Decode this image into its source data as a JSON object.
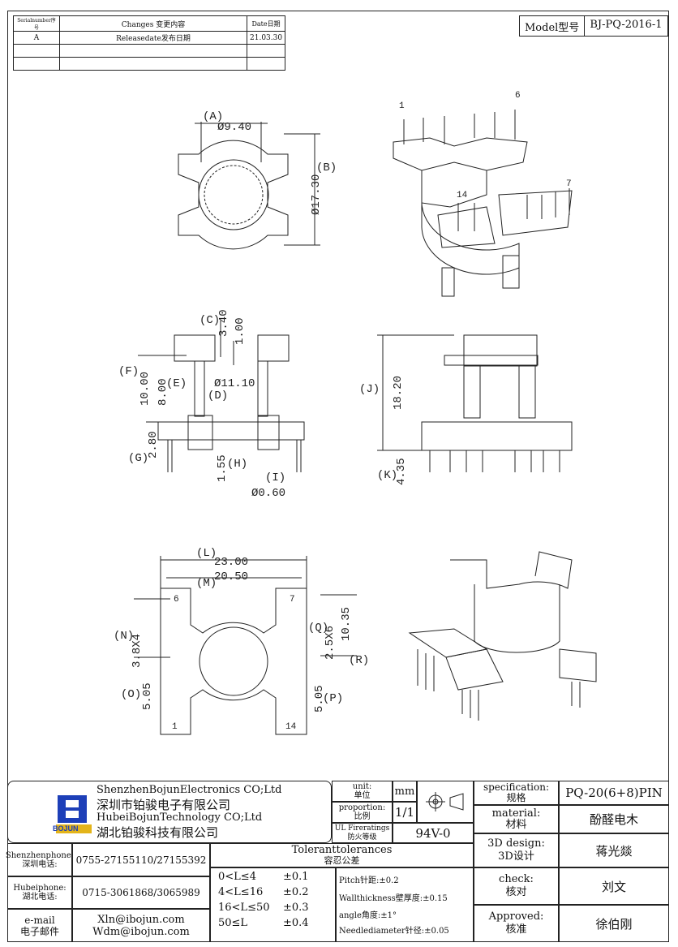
{
  "revision_table": {
    "headers": [
      "Serialnumber序号",
      "Changes 变更内容",
      "Date日期"
    ],
    "rows": [
      [
        "A",
        "Releasedate发布日期",
        "21.03.30"
      ],
      [
        "",
        "",
        ""
      ],
      [
        "",
        "",
        ""
      ]
    ]
  },
  "model": {
    "label": "Model型号",
    "value": "BJ-PQ-2016-1"
  },
  "dims": {
    "A": "(A)",
    "A_val": "Ø9.40",
    "B": "(B)",
    "B_val": "Ø17.30",
    "C": "(C)",
    "C_val": "3.40",
    "C2_val": "1.00",
    "F": "(F)",
    "F_val": "10.00",
    "E": "(E)",
    "E_val": "8.00",
    "D": "(D)",
    "D_val": "Ø11.10",
    "G": "(G)",
    "G_val": "2.80",
    "H": "(H)",
    "H_val": "1.55",
    "I": "(I)",
    "I_val": "Ø0.60",
    "J": "(J)",
    "J_val": "18.20",
    "K": "(K)",
    "K_val": "4.35",
    "L": "(L)",
    "L_val": "23.00",
    "M": "(M)",
    "M_val": "20.50",
    "N": "(N)",
    "N_val": "3.8X4",
    "O": "(O)",
    "O_val": "5.05",
    "Q": "(Q)",
    "Q_val": "2.5X6",
    "Q2_val": "10.35",
    "R": "(R)",
    "P": "(P)",
    "P_val": "5.05"
  },
  "pins": {
    "p1": "1",
    "p6": "6",
    "p7": "7",
    "p14": "14"
  },
  "title_block": {
    "company_cn1": "深圳市铂骏电子有限公司",
    "company_en1": "ShenzhenBojunElectronics CO;Ltd",
    "company_en2": "HubeiBojunTechnology CO;Ltd",
    "company_cn2": "湖北铂骏科技有限公司",
    "logo_text": "BOJUN",
    "unit_label": "unit:\n单位",
    "unit_val": "mm",
    "proportion_label": "proportion:\n比例",
    "proportion_val": "1/1",
    "ul_label": "UL Fireratings\n防火等级",
    "ul_val": "94V-0",
    "spec_label": "specification:\n规格",
    "spec_val": "PQ-20(6+8)PIN",
    "material_label": "material:\n材料",
    "material_val": "酚醛电木",
    "design_label": "3D design:\n3D设计",
    "design_val": "蒋光燚",
    "check_label": "check:\n核对",
    "check_val": "刘文",
    "approved_label": "Approved:\n核准",
    "approved_val": "徐伯刚",
    "sz_phone_label": "Shenzhenphone:\n深圳电话:",
    "sz_phone": "0755-27155110/27155392",
    "hb_phone_label": "Hubeiphone:\n湖北电话:",
    "hb_phone": "0715-3061868/3065989",
    "email_label": "e-mail\n电子邮件",
    "email1": "Xln@ibojun.com",
    "email2": "Wdm@ibojun.com",
    "tol_title": "Toleranttolerances",
    "tol_title_cn": "容忍公差",
    "tol_ranges": [
      "0<L≤4",
      "4<L≤16",
      "16<L≤50",
      "50≤L"
    ],
    "tol_vals": [
      "±0.1",
      "±0.2",
      "±0.3",
      "±0.4"
    ],
    "tol_notes": [
      "Pitch针距:±0.2",
      "Wallthickness壁厚度:±0.15",
      "angle角度:±1°",
      "Needlediameter针径:±0.05"
    ]
  }
}
